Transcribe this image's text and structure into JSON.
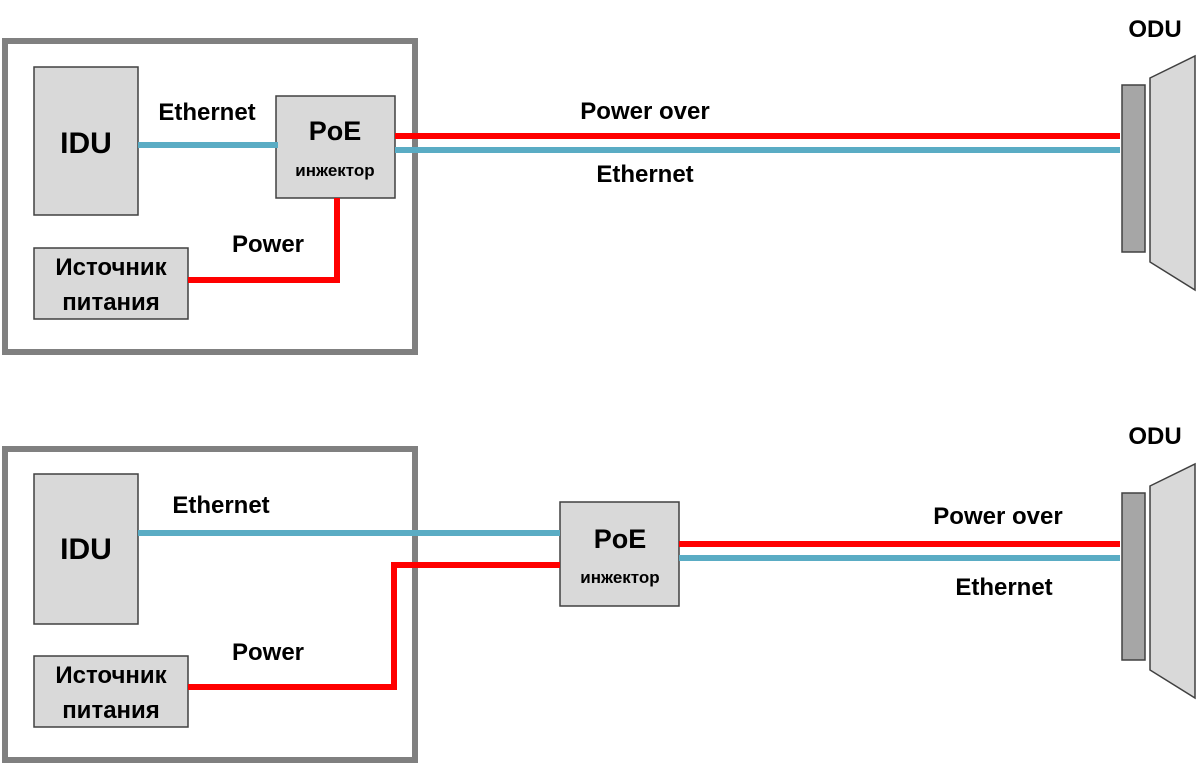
{
  "colors": {
    "power": "#ff0000",
    "ethernet": "#5aacc4",
    "frame": "#808080",
    "box_fill": "#d9d9d9",
    "box_stroke": "#404040",
    "odu_fill": "#a6a6a6"
  },
  "top": {
    "idu": "IDU",
    "ethernet_label": "Ethernet",
    "poe_title": "PoE",
    "poe_sub": "инжектор",
    "psu_line1": "Источник",
    "psu_line2": "питания",
    "power_label": "Power",
    "link_label_1": "Power over",
    "link_label_2": "Ethernet",
    "odu": "ODU"
  },
  "bottom": {
    "idu": "IDU",
    "ethernet_label": "Ethernet",
    "poe_title": "PoE",
    "poe_sub": "инжектор",
    "psu_line1": "Источник",
    "psu_line2": "питания",
    "power_label": "Power",
    "link_label_1": "Power over",
    "link_label_2": "Ethernet",
    "odu": "ODU"
  }
}
